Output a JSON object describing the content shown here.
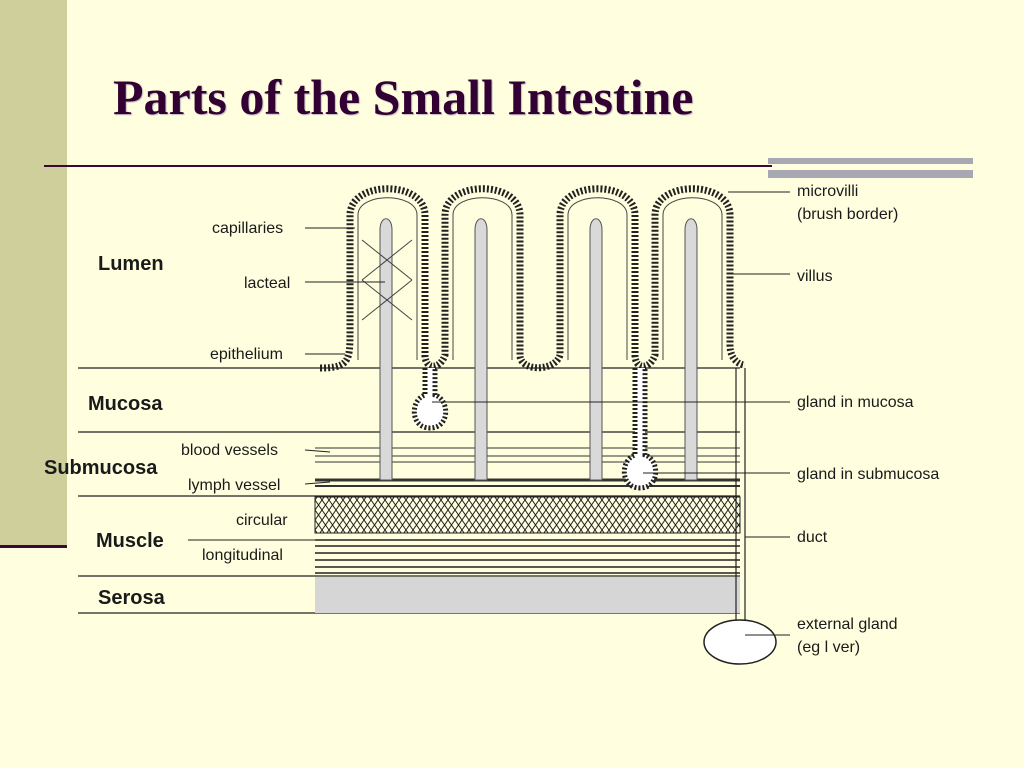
{
  "slide": {
    "title": "Parts of the Small Intestine"
  },
  "diagram": {
    "regions": [
      "Lumen",
      "Mucosa",
      "Submucosa",
      "Muscle",
      "Serosa"
    ],
    "left_labels": [
      "capillaries",
      "lacteal",
      "epithelium",
      "blood vessels",
      "lymph vessel",
      "circular",
      "longitudinal"
    ],
    "right_labels": {
      "microvilli_line1": "microvilli",
      "microvilli_line2": "(brush border)",
      "villus": "villus",
      "gland_mucosa": "gland in mucosa",
      "gland_submucosa": "gland in submucosa",
      "duct": "duct",
      "external_gland_line1": "external gland",
      "external_gland_line2": "(eg l ver)"
    }
  }
}
